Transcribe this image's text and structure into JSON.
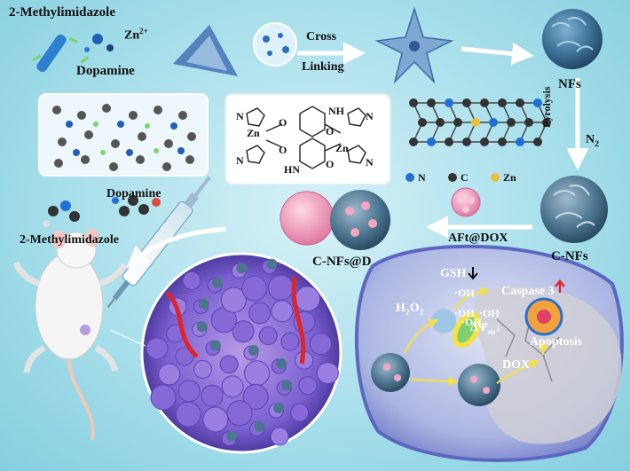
{
  "labels": {
    "methylimidazole_top": "2-Methylimidazole",
    "zn2": "Zn",
    "zn2_charge": "2+",
    "dopamine_top": "Dopamine",
    "cross": "Cross",
    "linking": "Linking",
    "nfs": "NFs",
    "pyrolysis": "Pyrolysis",
    "n2": "N",
    "n2_sub": "2",
    "legend_n": "N",
    "legend_c": "C",
    "legend_zn": "Zn",
    "dopamine_mid": "Dopamine",
    "methylimidazole_mid": "2-Methylimidazole",
    "aft_dox": "AFt@DOX",
    "c_nfs": "C-NFs",
    "c_nfs_d": "C-NFs@D",
    "gsh": "GSH",
    "caspase": "Caspase 3",
    "h2o2": "H",
    "h2o2_sub1": "2",
    "h2o2_mid": "O",
    "h2o2_sub2": "2",
    "oh1": "·OH",
    "oh2": "·OH",
    "oh3": "·OH",
    "oh4": "·OH",
    "delta_psi": "ΔΨ",
    "delta_psi_sub": "m",
    "apoptosis": "Apoptosis",
    "dox": "DOX",
    "chem_zn_left": "Zn",
    "chem_zn_right": "Zn",
    "chem_o1": "O",
    "chem_o2": "O",
    "chem_o3": "O",
    "chem_o4": "O",
    "chem_n1": "N",
    "chem_n2": "N",
    "chem_nh": "NH",
    "chem_n3": "N",
    "chem_n4": "N",
    "chem_hn": "HN"
  },
  "colors": {
    "background": "#a8dfeb",
    "arrow": "#ffffff",
    "cell_membrane": "#6e78c8",
    "cytoplasm": "#b9c4e6",
    "nucleus": "#c9c9cf",
    "nanoflower": "#3b6f95",
    "ferritin": "#f2a6c2",
    "atom_n": "#1f6fd6",
    "atom_c": "#333333",
    "atom_zn": "#e8c23a",
    "up_arrow": "#e0252a",
    "down_arrow": "#111111"
  }
}
